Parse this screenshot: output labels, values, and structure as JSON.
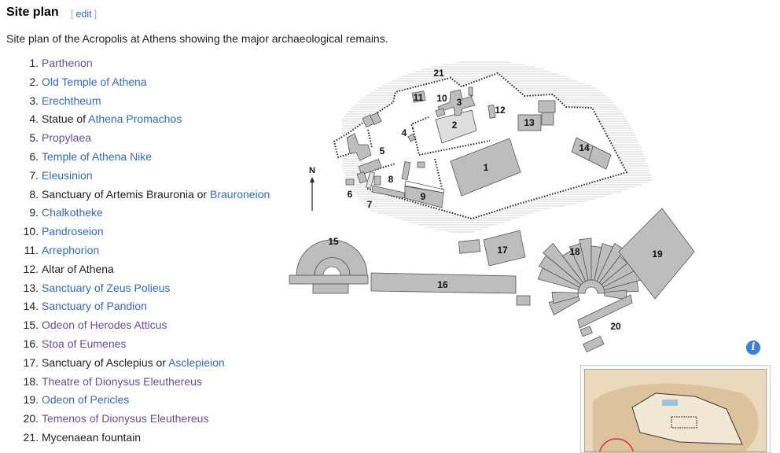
{
  "section": {
    "title": "Site plan",
    "edit_label": "edit",
    "bracket_open": "[",
    "bracket_close": "]"
  },
  "description": "Site plan of the Acropolis at Athens showing the major archaeological remains.",
  "items": [
    {
      "num": "1.",
      "prefix": "",
      "link": "Parthenon",
      "visited": true
    },
    {
      "num": "2.",
      "prefix": "",
      "link": "Old Temple of Athena",
      "visited": false
    },
    {
      "num": "3.",
      "prefix": "",
      "link": "Erechtheum",
      "visited": false
    },
    {
      "num": "4.",
      "prefix": "Statue of ",
      "link": "Athena Promachos",
      "visited": false
    },
    {
      "num": "5.",
      "prefix": "",
      "link": "Propylaea",
      "visited": true
    },
    {
      "num": "6.",
      "prefix": "",
      "link": "Temple of Athena Nike",
      "visited": false
    },
    {
      "num": "7.",
      "prefix": "",
      "link": "Eleusinion",
      "visited": false
    },
    {
      "num": "8.",
      "prefix": "Sanctuary of Artemis Brauronia or ",
      "link": "Brauroneion",
      "visited": false
    },
    {
      "num": "9.",
      "prefix": "",
      "link": "Chalkotheke",
      "visited": false
    },
    {
      "num": "10.",
      "prefix": "",
      "link": "Pandroseion",
      "visited": false
    },
    {
      "num": "11.",
      "prefix": "",
      "link": "Arrephorion",
      "visited": false
    },
    {
      "num": "12.",
      "prefix": "Altar of Athena",
      "link": "",
      "visited": false
    },
    {
      "num": "13.",
      "prefix": "",
      "link": "Sanctuary of Zeus Polieus",
      "visited": false
    },
    {
      "num": "14.",
      "prefix": "",
      "link": "Sanctuary of Pandion",
      "visited": false
    },
    {
      "num": "15.",
      "prefix": "",
      "link": "Odeon of Herodes Atticus",
      "visited": true
    },
    {
      "num": "16.",
      "prefix": "",
      "link": "Stoa of Eumenes",
      "visited": true
    },
    {
      "num": "17.",
      "prefix": "Sanctuary of Asclepius or ",
      "link": "Asclepieion",
      "visited": false
    },
    {
      "num": "18.",
      "prefix": "",
      "link": "Theatre of Dionysus Eleuthereus",
      "visited": true
    },
    {
      "num": "19.",
      "prefix": "",
      "link": "Odeon of Pericles",
      "visited": false
    },
    {
      "num": "20.",
      "prefix": "",
      "link": "Temenos of Dionysus Eleuthereus",
      "visited": true
    },
    {
      "num": "21.",
      "prefix": "Mycenaean fountain",
      "link": "",
      "visited": false
    }
  ],
  "map": {
    "north_label": "N",
    "labels": {
      "l1": "1",
      "l2": "2",
      "l3": "3",
      "l4": "4",
      "l5": "5",
      "l6": "6",
      "l7": "7",
      "l8": "8",
      "l9": "9",
      "l10": "10",
      "l11": "11",
      "l12": "12",
      "l13": "13",
      "l14": "14",
      "l15": "15",
      "l16": "16",
      "l17": "17",
      "l18": "18",
      "l19": "19",
      "l20": "20",
      "l21": "21"
    }
  },
  "info_icon_glyph": "i",
  "colors": {
    "link": "#3366cc",
    "visited": "#6b4ba1",
    "building": "#bdbdbd"
  }
}
